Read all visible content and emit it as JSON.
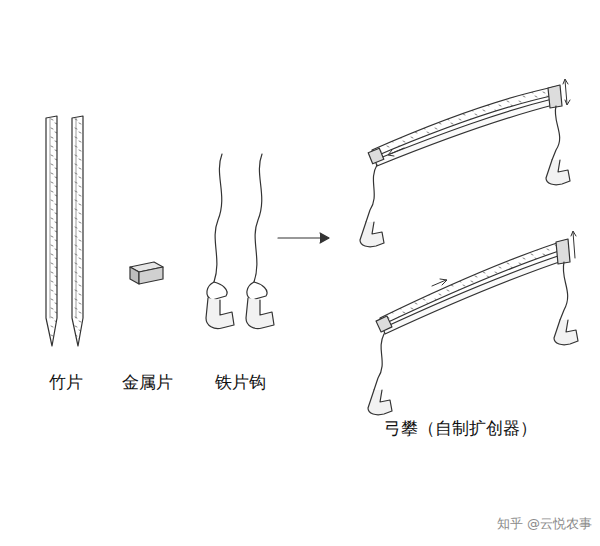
{
  "diagram": {
    "labels": [
      "竹片",
      "金属片",
      "铁片钩",
      "弓攀（自制扩创器）",
      "知乎 @云悦农事"
    ]
  }
}
